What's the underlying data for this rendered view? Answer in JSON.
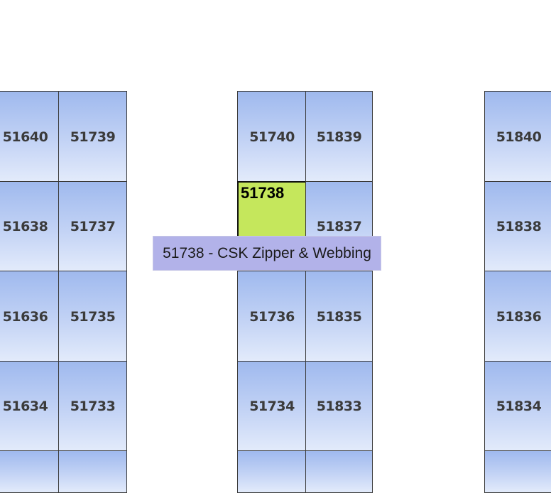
{
  "booths": [
    {
      "label": "51640",
      "highlight": false
    },
    {
      "label": "51739",
      "highlight": false
    },
    {
      "label": "51638",
      "highlight": false
    },
    {
      "label": "51737",
      "highlight": false
    },
    {
      "label": "51636",
      "highlight": false
    },
    {
      "label": "51735",
      "highlight": false
    },
    {
      "label": "51634",
      "highlight": false
    },
    {
      "label": "51733",
      "highlight": false
    },
    {
      "label": "51740",
      "highlight": false
    },
    {
      "label": "51839",
      "highlight": false
    },
    {
      "label": "51738",
      "highlight": true
    },
    {
      "label": "51837",
      "highlight": false
    },
    {
      "label": "51736",
      "highlight": false
    },
    {
      "label": "51835",
      "highlight": false
    },
    {
      "label": "51734",
      "highlight": false
    },
    {
      "label": "51833",
      "highlight": false
    },
    {
      "label": "51840",
      "highlight": false
    },
    {
      "label": "51838",
      "highlight": false
    },
    {
      "label": "51836",
      "highlight": false
    },
    {
      "label": "51834",
      "highlight": false
    }
  ],
  "tooltip": {
    "text": "51738 - CSK Zipper & Webbing"
  },
  "colors": {
    "booth_top": "#9fb9ee",
    "booth_bottom": "#e3ebfb",
    "highlight": "#c5e75c",
    "tooltip_bg": "#b2b2e9"
  }
}
